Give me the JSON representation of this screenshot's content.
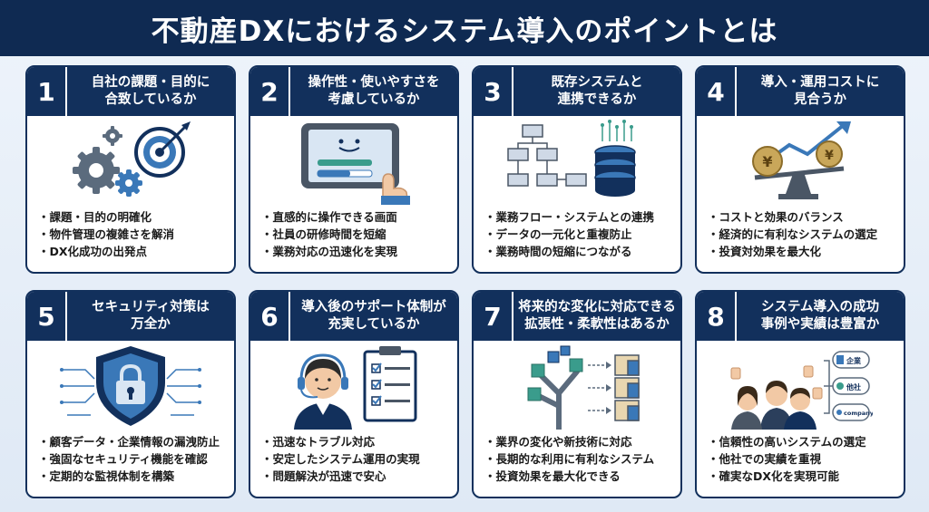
{
  "page": {
    "title": "不動産DXにおけるシステム導入のポイントとは"
  },
  "cards": [
    {
      "num": "1",
      "title_lines": [
        "自社の課題・目的に",
        "合致しているか"
      ],
      "icon": "gears-target-icon",
      "bullets": [
        "課題・目的の明確化",
        "物件管理の複雑さを解消",
        "DX化成功の出発点"
      ]
    },
    {
      "num": "2",
      "title_lines": [
        "操作性・使いやすさを",
        "考慮しているか"
      ],
      "icon": "tablet-touch-icon",
      "bullets": [
        "直感的に操作できる画面",
        "社員の研修時間を短縮",
        "業務対応の迅速化を実現"
      ]
    },
    {
      "num": "3",
      "title_lines": [
        "既存システムと",
        "連携できるか"
      ],
      "icon": "flowchart-database-icon",
      "bullets": [
        "業務フロー・システムとの連携",
        "データの一元化と重複防止",
        "業務時間の短縮につながる"
      ]
    },
    {
      "num": "4",
      "title_lines": [
        "導入・運用コストに",
        "見合うか"
      ],
      "icon": "yen-balance-icon",
      "bullets": [
        "コストと効果のバランス",
        "経済的に有利なシステムの選定",
        "投資対効果を最大化"
      ]
    },
    {
      "num": "5",
      "title_lines": [
        "セキュリティ対策は",
        "万全か"
      ],
      "icon": "shield-lock-icon",
      "bullets": [
        "顧客データ・企業情報の漏洩防止",
        "強固なセキュリティ機能を確認",
        "定期的な監視体制を構築"
      ]
    },
    {
      "num": "6",
      "title_lines": [
        "導入後のサポート体制が",
        "充実しているか"
      ],
      "icon": "support-operator-icon",
      "bullets": [
        "迅速なトラブル対応",
        "安定したシステム運用の実現",
        "問題解決が迅速で安心"
      ]
    },
    {
      "num": "7",
      "title_lines": [
        "将来的な変化に対応できる",
        "拡張性・柔軟性はあるか"
      ],
      "icon": "expansion-tree-icon",
      "bullets": [
        "業界の変化や新技術に対応",
        "長期的な利用に有利なシステム",
        "投資効果を最大化できる"
      ]
    },
    {
      "num": "8",
      "title_lines": [
        "システム導入の成功",
        "事例や実績は豊富か"
      ],
      "icon": "success-people-icon",
      "illu_labels": [
        "企業",
        "他社",
        "company"
      ],
      "bullets": [
        "信頼性の高いシステムの選定",
        "他社での実績を重視",
        "確実なDX化を実現可能"
      ]
    }
  ],
  "colors": {
    "navy": "#12305c",
    "accent": "#3a78b8",
    "light": "#d9e6f3"
  }
}
